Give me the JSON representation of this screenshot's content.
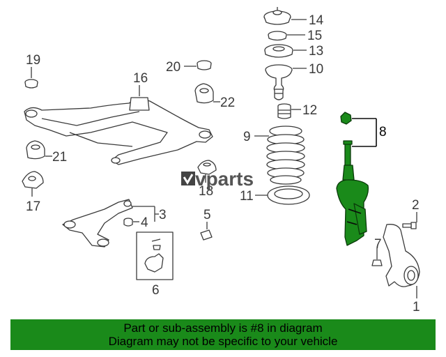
{
  "callouts": {
    "c1": "1",
    "c2": "2",
    "c3": "3",
    "c4": "4",
    "c5": "5",
    "c6": "6",
    "c7": "7",
    "c8": "8",
    "c9": "9",
    "c10": "10",
    "c11": "11",
    "c12": "12",
    "c13": "13",
    "c14": "14",
    "c15": "15",
    "c16": "16",
    "c17": "17",
    "c18": "18",
    "c19": "19",
    "c20": "20",
    "c21": "21",
    "c22": "22"
  },
  "watermark": {
    "logo_text": "vparts"
  },
  "banner": {
    "line1": "Part or sub-assembly is #8 in diagram",
    "line2": "Diagram may not be specific to your vehicle"
  },
  "colors": {
    "highlight": "#1a8a1a",
    "banner": "#1a8a1a",
    "line": "#3a3a3a"
  }
}
